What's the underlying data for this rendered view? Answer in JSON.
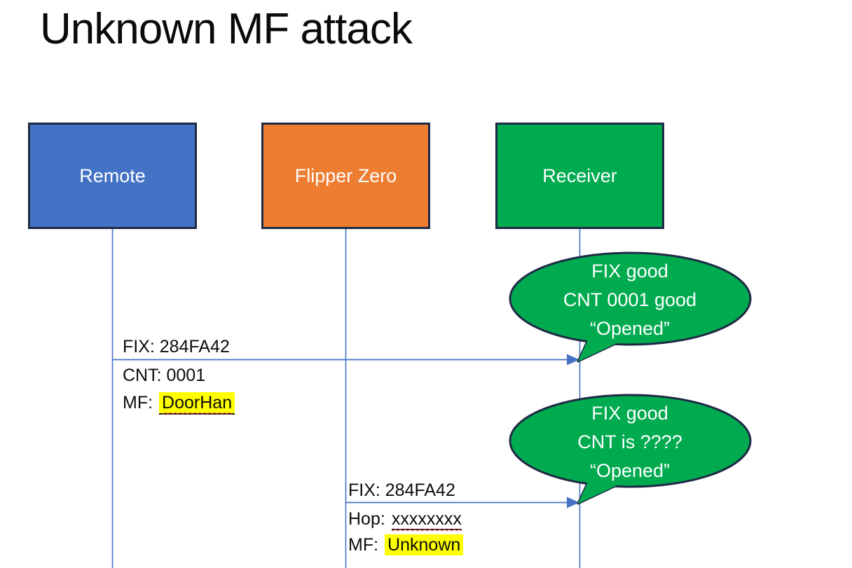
{
  "title": "Unknown MF attack",
  "actors": [
    {
      "label": "Remote",
      "fill": "#4472C4"
    },
    {
      "label": "Flipper Zero",
      "fill": "#ED7D31"
    },
    {
      "label": "Receiver",
      "fill": "#00AB50"
    }
  ],
  "messages": [
    {
      "from": "Remote",
      "to": "Receiver",
      "fix": "FIX: 284FA42",
      "cnt": "CNT: 0001",
      "mf_prefix": "MF:",
      "mf_value": "DoorHan"
    },
    {
      "from": "Flipper Zero",
      "to": "Receiver",
      "fix": "FIX: 284FA42",
      "hop_prefix": "Hop:",
      "hop_value": "xxxxxxxx",
      "mf_prefix": "MF:",
      "mf_value": "Unknown"
    }
  ],
  "callouts": [
    {
      "lines": [
        "FIX good",
        "CNT 0001 good",
        "“Opened”"
      ]
    },
    {
      "lines": [
        "FIX good",
        "CNT is ????",
        "“Opened”"
      ]
    }
  ],
  "colors": {
    "remote_blue": "#4472C4",
    "flipper_orange": "#ED7D31",
    "receiver_green": "#00AB50",
    "outline_navy": "#1F2B45",
    "lifeline_blue": "#4472C4",
    "highlight_yellow": "#FFFF00",
    "squiggle_red": "#D43F3F"
  }
}
